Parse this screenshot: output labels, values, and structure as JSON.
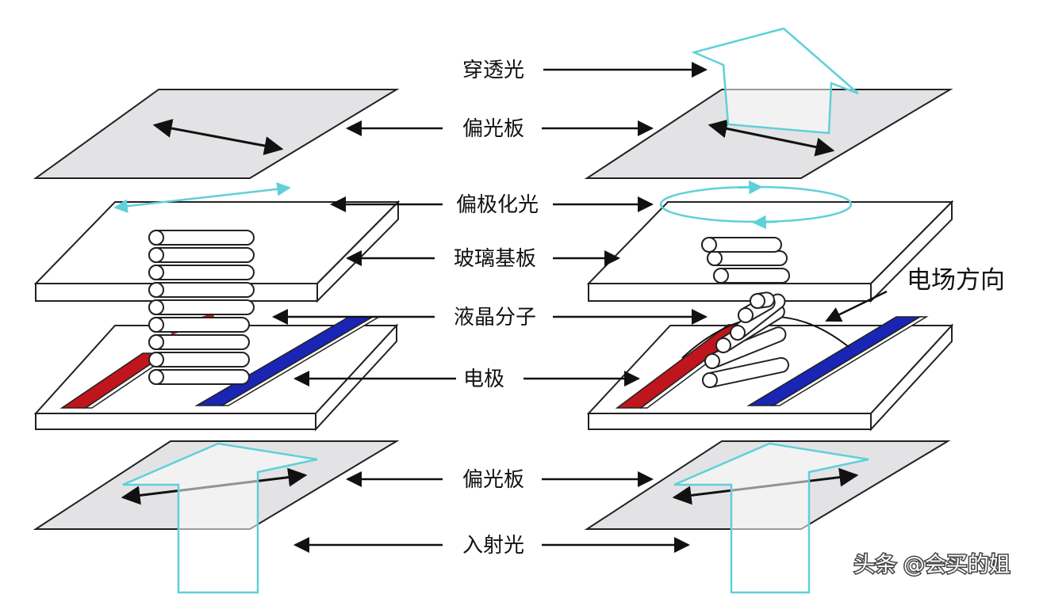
{
  "labels": {
    "transmitted_light": "穿透光",
    "polarizer_top": "偏光板",
    "polarized_light": "偏极化光",
    "glass_substrate": "玻璃基板",
    "liquid_crystal": "液晶分子",
    "electrode": "电极",
    "polarizer_bottom": "偏光板",
    "incident_light": "入射光",
    "field_direction": "电场方向"
  },
  "watermark": "头条 @会买的姐",
  "colors": {
    "plate_fill": "#e3e3e5",
    "glass_fill": "#ffffff",
    "light_arrow": "#5fd0d8",
    "electrode_red": "#c0151c",
    "electrode_blue": "#1a25b5",
    "stroke": "#111111"
  }
}
